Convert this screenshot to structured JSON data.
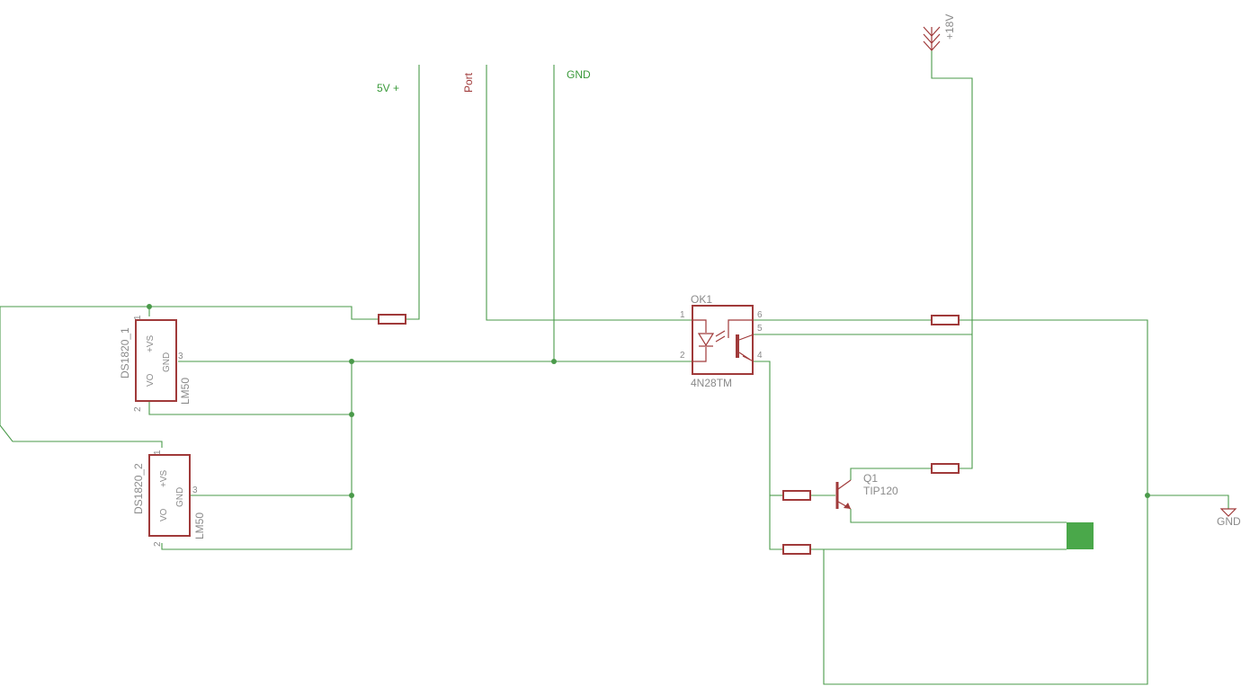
{
  "nets": {
    "v5": "5V +",
    "port": "Port",
    "gnd_top": "GND",
    "v18": "+18V",
    "gnd_right": "GND"
  },
  "parts": {
    "sensor1": {
      "name": "DS1820_1",
      "value": "LM50",
      "pin_vs": "+VS",
      "pin_gnd": "GND",
      "pin_vo": "VO",
      "p1": "1",
      "p2": "2",
      "p3": "3"
    },
    "sensor2": {
      "name": "DS1820_2",
      "value": "LM50",
      "pin_vs": "+VS",
      "pin_gnd": "GND",
      "pin_vo": "VO",
      "p1": "1",
      "p2": "2",
      "p3": "3"
    },
    "opto": {
      "name": "OK1",
      "value": "4N28TM",
      "p1": "1",
      "p2": "2",
      "p4": "4",
      "p5": "5",
      "p6": "6"
    },
    "transistor": {
      "name": "Q1",
      "value": "TIP120"
    }
  },
  "colors": {
    "wire": "#4a9a4a",
    "part": "#a03a3a",
    "pad": "#4aa84a",
    "label_text": "#8a8a8a"
  }
}
